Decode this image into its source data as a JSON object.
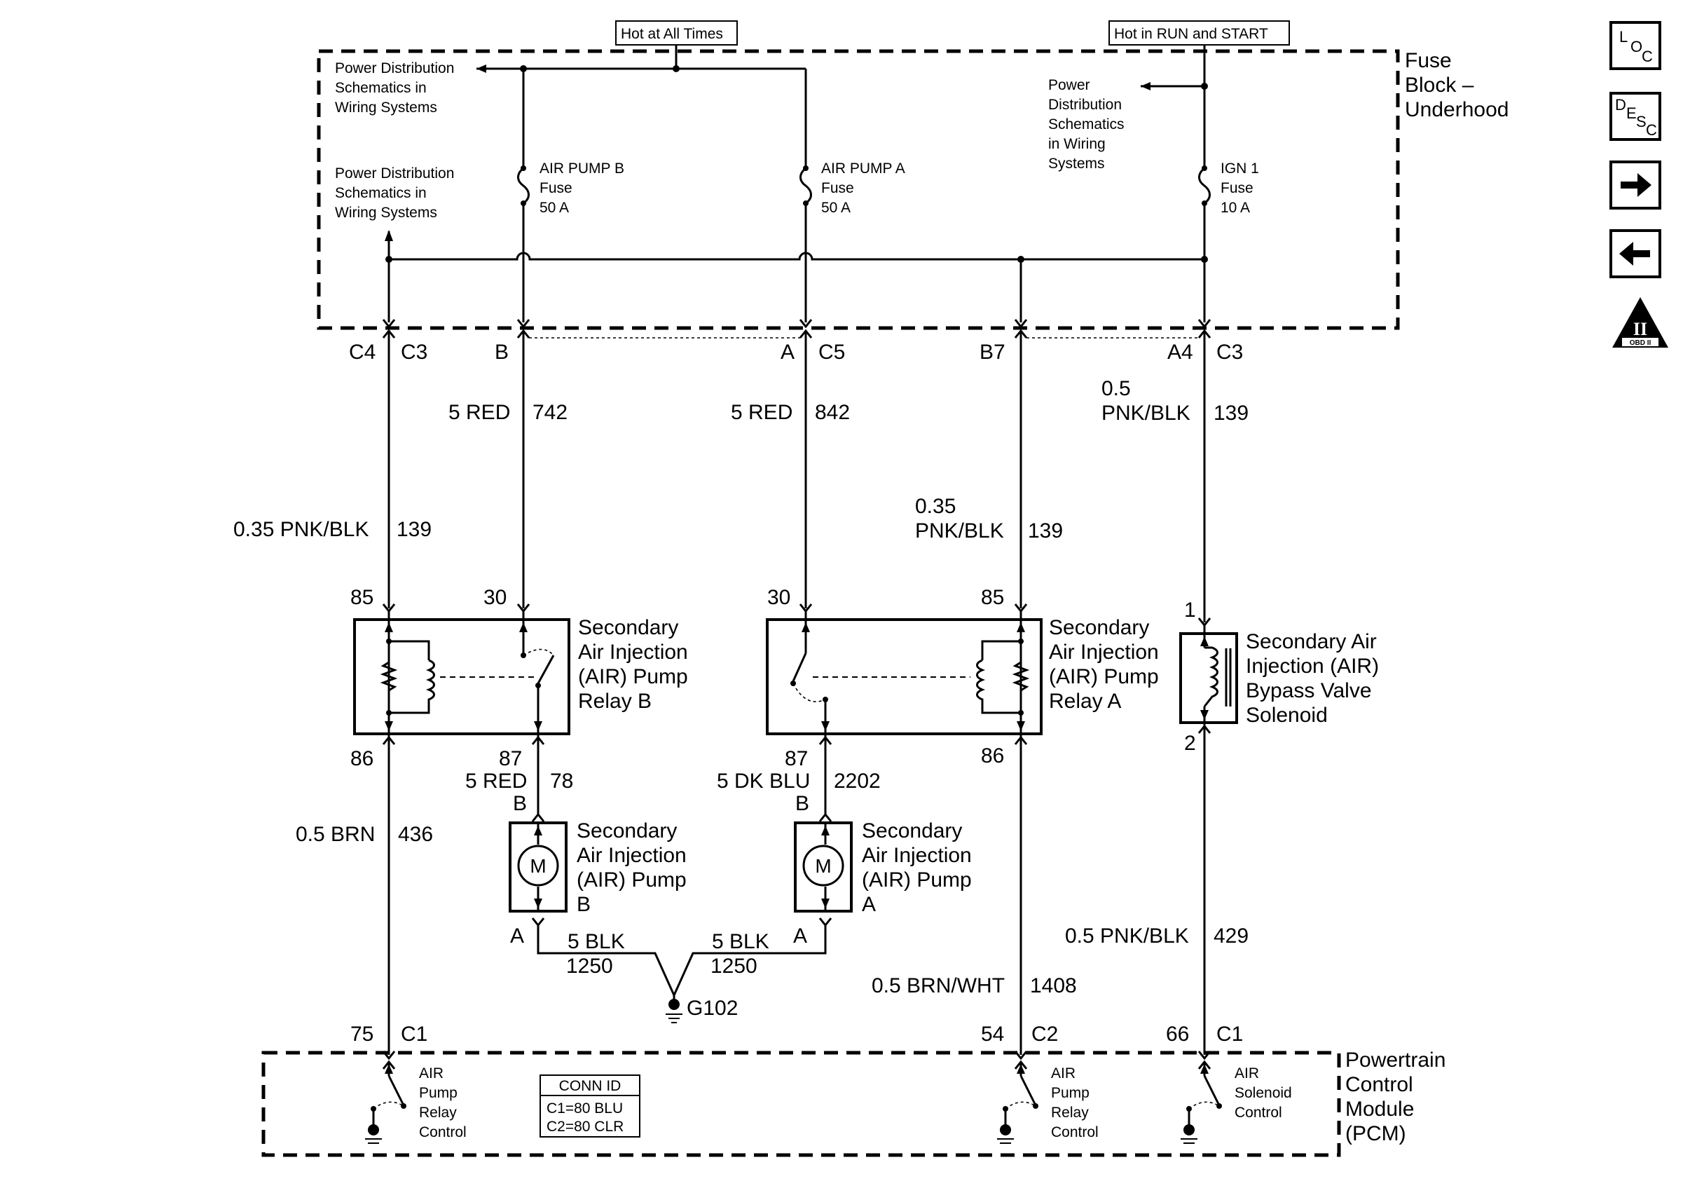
{
  "header": {
    "hot_all_times": "Hot at All Times",
    "hot_run_start": "Hot in RUN and START"
  },
  "fuse_block": {
    "title": [
      "Fuse",
      "Block –",
      "Underhood"
    ],
    "power_dist_top": [
      "Power Distribution",
      "Schematics in",
      "Wiring Systems"
    ],
    "power_dist_left": [
      "Power Distribution",
      "Schematics in",
      "Wiring Systems"
    ],
    "power_dist_right": [
      "Power",
      "Distribution",
      "Schematics",
      "in Wiring",
      "Systems"
    ],
    "fuse_b": [
      "AIR PUMP B",
      "Fuse",
      "50 A"
    ],
    "fuse_a": [
      "AIR PUMP A",
      "Fuse",
      "50 A"
    ],
    "fuse_ign": [
      "IGN 1",
      "Fuse",
      "10 A"
    ]
  },
  "connectors": {
    "c4": "C4",
    "c3_left": "C3",
    "b": "B",
    "a": "A",
    "c5": "C5",
    "b7": "B7",
    "a4": "A4",
    "c3_right": "C3",
    "p85_left": "85",
    "p30_left": "30",
    "p30_right": "30",
    "p85_right": "85",
    "p1": "1",
    "p2": "2",
    "p86_left": "86",
    "p87_left": "87",
    "p87_right": "87",
    "p86_right": "86",
    "motor_b_top": "B",
    "motor_a_top": "B",
    "motor_b_bot": "A",
    "motor_a_bot": "A",
    "p75": "75",
    "c1_left": "C1",
    "p54": "54",
    "c2": "C2",
    "p66": "66",
    "c1_right": "C1"
  },
  "wires": {
    "w139_left_gauge": "0.35 PNK/BLK",
    "w139_left_num": "139",
    "w742_gauge": "5 RED",
    "w742_num": "742",
    "w842_gauge": "5 RED",
    "w842_num": "842",
    "w139_mid_gauge": [
      "0.35",
      "PNK/BLK"
    ],
    "w139_mid_num": "139",
    "w139_right_gauge": [
      "0.5",
      "PNK/BLK"
    ],
    "w139_right_num": "139",
    "w78_gauge": "5 RED",
    "w78_num": "78",
    "w2202_gauge": "5 DK BLU",
    "w2202_num": "2202",
    "w436_gauge": "0.5 BRN",
    "w436_num": "436",
    "w1250_l_gauge": "5 BLK",
    "w1250_l_num": "1250",
    "w1250_r_gauge": "5 BLK",
    "w1250_r_num": "1250",
    "w1408_gauge": "0.5 BRN/WHT",
    "w1408_num": "1408",
    "w429_gauge": "0.5 PNK/BLK",
    "w429_num": "429",
    "ground": "G102"
  },
  "components": {
    "relay_b": [
      "Secondary",
      "Air Injection",
      "(AIR) Pump",
      "Relay B"
    ],
    "relay_a": [
      "Secondary",
      "Air Injection",
      "(AIR) Pump",
      "Relay A"
    ],
    "solenoid": [
      "Secondary Air",
      "Injection (AIR)",
      "Bypass Valve",
      "Solenoid"
    ],
    "pump_b": [
      "Secondary",
      "Air Injection",
      "(AIR) Pump",
      "B"
    ],
    "pump_a": [
      "Secondary",
      "Air Injection",
      "(AIR) Pump",
      "A"
    ],
    "motor_symbol": "M"
  },
  "pcm": {
    "title": [
      "Powertrain",
      "Control",
      "Module",
      "(PCM)"
    ],
    "sw_left": [
      "AIR",
      "Pump",
      "Relay",
      "Control"
    ],
    "sw_mid": [
      "AIR",
      "Pump",
      "Relay",
      "Control"
    ],
    "sw_right": [
      "AIR",
      "Solenoid",
      "Control"
    ],
    "conn_id": [
      "CONN ID",
      "C1=80 BLU",
      "C2=80 CLR"
    ]
  },
  "nav": {
    "loc": [
      "L",
      "O",
      "C"
    ],
    "desc": [
      "D",
      "E",
      "S",
      "C"
    ],
    "obd": [
      "II",
      "OBD II"
    ]
  }
}
